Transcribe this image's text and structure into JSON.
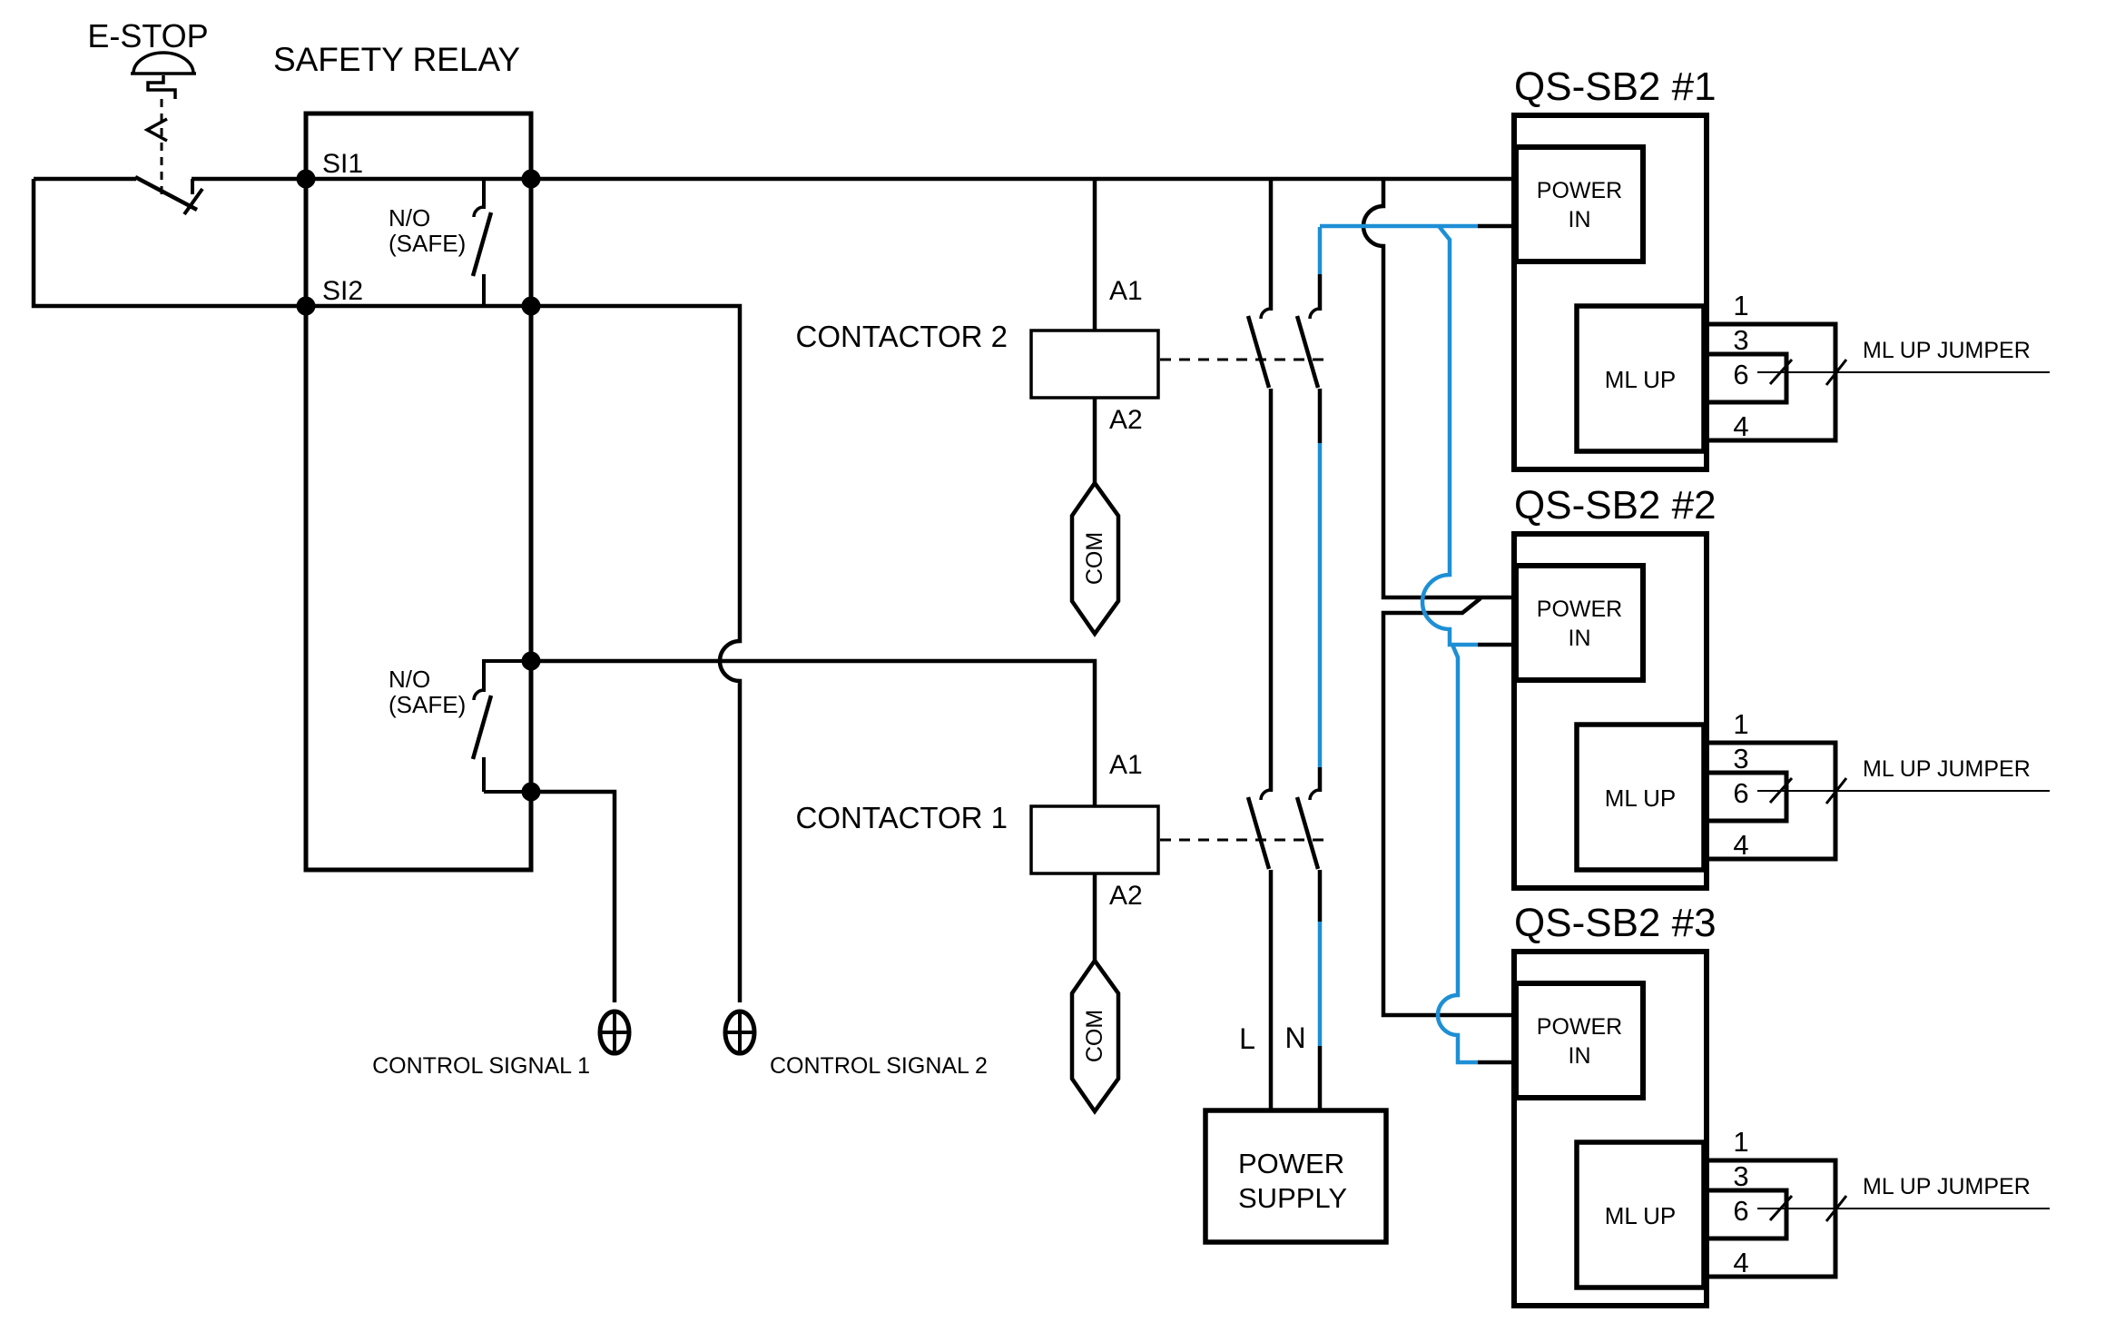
{
  "colors": {
    "wire": "#000000",
    "neutral_wire": "#1e8fd5",
    "background": "#ffffff"
  },
  "estop": {
    "label": "E-STOP"
  },
  "relay": {
    "title": "SAFETY RELAY",
    "terminal1": "SI1",
    "terminal2": "SI2",
    "contact1_line1": "N/O",
    "contact1_line2": "(SAFE)",
    "contact2_line1": "N/O",
    "contact2_line2": "(SAFE)"
  },
  "contactor2": {
    "name": "CONTACTOR 2",
    "a1": "A1",
    "a2": "A2",
    "com": "COM"
  },
  "contactor1": {
    "name": "CONTACTOR 1",
    "a1": "A1",
    "a2": "A2",
    "com": "COM"
  },
  "control_signal1": "CONTROL SIGNAL 1",
  "control_signal2": "CONTROL SIGNAL 2",
  "power_supply": {
    "line1": "POWER",
    "line2": "SUPPLY",
    "l": "L",
    "n": "N"
  },
  "units": [
    {
      "title": "QS-SB2 #1",
      "power_in_line1": "POWER",
      "power_in_line2": "IN",
      "ml_up": "ML UP",
      "pins": [
        "1",
        "3",
        "6",
        "4"
      ],
      "jumper_label": "ML UP JUMPER"
    },
    {
      "title": "QS-SB2 #2",
      "power_in_line1": "POWER",
      "power_in_line2": "IN",
      "ml_up": "ML UP",
      "pins": [
        "1",
        "3",
        "6",
        "4"
      ],
      "jumper_label": "ML UP JUMPER"
    },
    {
      "title": "QS-SB2 #3",
      "power_in_line1": "POWER",
      "power_in_line2": "IN",
      "ml_up": "ML UP",
      "pins": [
        "1",
        "3",
        "6",
        "4"
      ],
      "jumper_label": "ML UP JUMPER"
    }
  ]
}
